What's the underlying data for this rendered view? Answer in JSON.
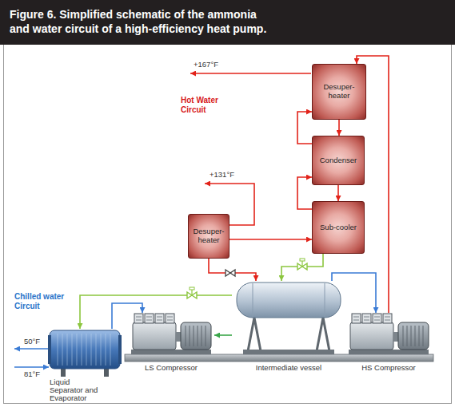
{
  "diagram": {
    "title": "Figure 6. Simplified schematic of the ammonia and water circuit of a high-efficiency heat pump.",
    "nodes": [
      {
        "text": [
          "Desuper- heater"
        ]
      },
      {
        "text": [
          "Condenser"
        ]
      },
      {
        "text": [
          "Desuper- heater"
        ]
      },
      {
        "text": [
          "Sub-cooler"
        ]
      },
      {
        "text": [
          "Liquid Separator and Evaporator"
        ]
      },
      {
        "text": [
          "LS Compressor"
        ]
      },
      {
        "text": [
          "Intermediate vessel"
        ]
      },
      {
        "text": [
          "HS Compressor"
        ]
      }
    ],
    "edges": [
      {
        "from": 7,
        "to": 0,
        "arrow": "to"
      },
      {
        "from": 0,
        "to": 1,
        "arrow": "to"
      },
      {
        "from": 1,
        "to": 3,
        "arrow": "to"
      },
      {
        "from": 3,
        "to": 6,
        "arrow": "to"
      },
      {
        "from": 2,
        "to": 6,
        "arrow": "to"
      },
      {
        "from": 2,
        "to": 3,
        "arrow": "to"
      },
      {
        "from": 3,
        "to": 1,
        "arrow": "to"
      },
      {
        "from": 1,
        "to": 0,
        "arrow": "to"
      },
      {
        "from": 6,
        "to": 5,
        "arrow": "to"
      },
      {
        "from": 6,
        "to": 4,
        "arrow": "to"
      },
      {
        "from": 4,
        "to": 5,
        "arrow": "to"
      },
      {
        "from": 6,
        "to": 7,
        "arrow": "to"
      }
    ],
    "labels": [
      "+167°F",
      "Hot Water Circuit",
      "+131°F",
      "Chilled water Circuit",
      "50°F",
      "81°F"
    ]
  }
}
